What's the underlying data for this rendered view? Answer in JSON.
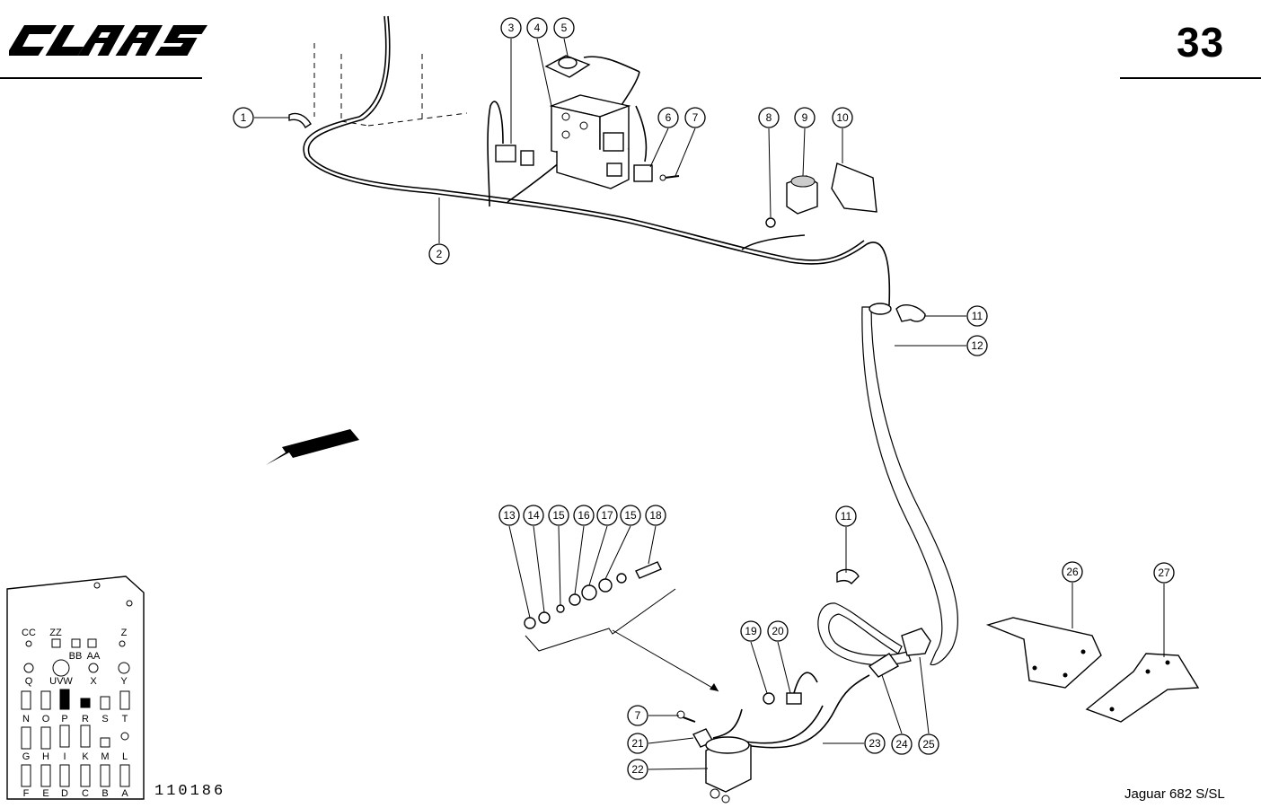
{
  "header": {
    "brand_logo": "CLAAS",
    "page_number": "33"
  },
  "footer": {
    "document_number": "110186",
    "model": "Jaguar 682 S/SL"
  },
  "callouts": {
    "c1": "1",
    "c2": "2",
    "c3": "3",
    "c4": "4",
    "c5": "5",
    "c6": "6",
    "c7a": "7",
    "c8": "8",
    "c9": "9",
    "c10": "10",
    "c11a": "11",
    "c12": "12",
    "c13": "13",
    "c14": "14",
    "c15a": "15",
    "c16": "16",
    "c17": "17",
    "c15b": "15",
    "c18": "18",
    "c11b": "11",
    "c19": "19",
    "c20": "20",
    "c7b": "7",
    "c21": "21",
    "c22": "22",
    "c23": "23",
    "c24": "24",
    "c25": "25",
    "c26": "26",
    "c27": "27"
  },
  "location_key": {
    "row1": [
      "CC",
      "ZZ",
      "Z"
    ],
    "row1b": [
      "BB",
      "AA"
    ],
    "row2": [
      "Q",
      "UVW",
      "X",
      "Y"
    ],
    "row3": [
      "N",
      "O",
      "P",
      "R",
      "S",
      "T"
    ],
    "row4": [
      "G",
      "H",
      "I",
      "K",
      "M",
      "L"
    ],
    "row5": [
      "F",
      "E",
      "D",
      "C",
      "B",
      "A"
    ]
  }
}
